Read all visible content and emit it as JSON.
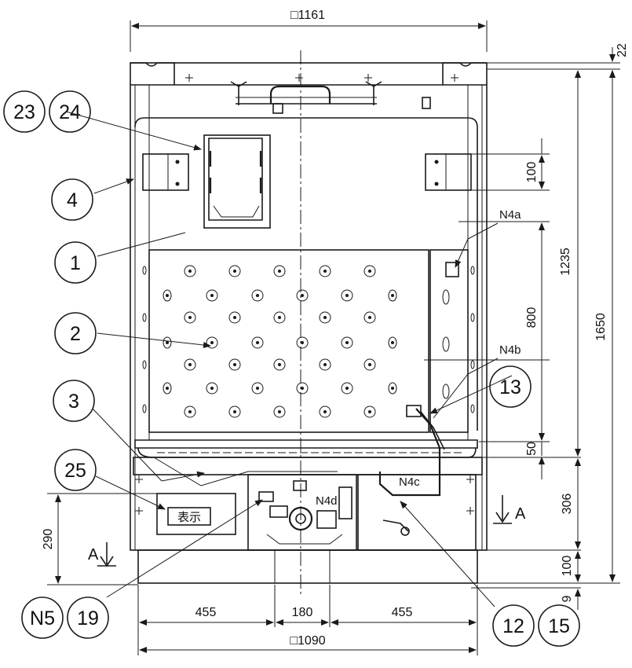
{
  "dimensions": {
    "top_width": "□1161",
    "top_offset": "22",
    "bracket_height": "100",
    "upper_height": "1235",
    "total_height": "1650",
    "panel_height": "800",
    "gap_height": "50",
    "base_height": "306",
    "foot_height": "100",
    "bottom_offset": "9",
    "left_height": "290",
    "seg_left": "455",
    "seg_mid": "180",
    "seg_right": "455",
    "bottom_width": "□1090"
  },
  "callouts": {
    "c23": "23",
    "c24": "24",
    "c4": "4",
    "c1": "1",
    "c2": "2",
    "c3": "3",
    "c25": "25",
    "c13": "13",
    "cN5": "N5",
    "c19": "19",
    "c12": "12",
    "c15": "15"
  },
  "nozzles": {
    "n4a": "N4a",
    "n4b": "N4b",
    "n4c": "N4c",
    "n4d": "N4d"
  },
  "views": {
    "view_a_left": "A",
    "view_a_right": "A"
  },
  "plate_label": "表示"
}
